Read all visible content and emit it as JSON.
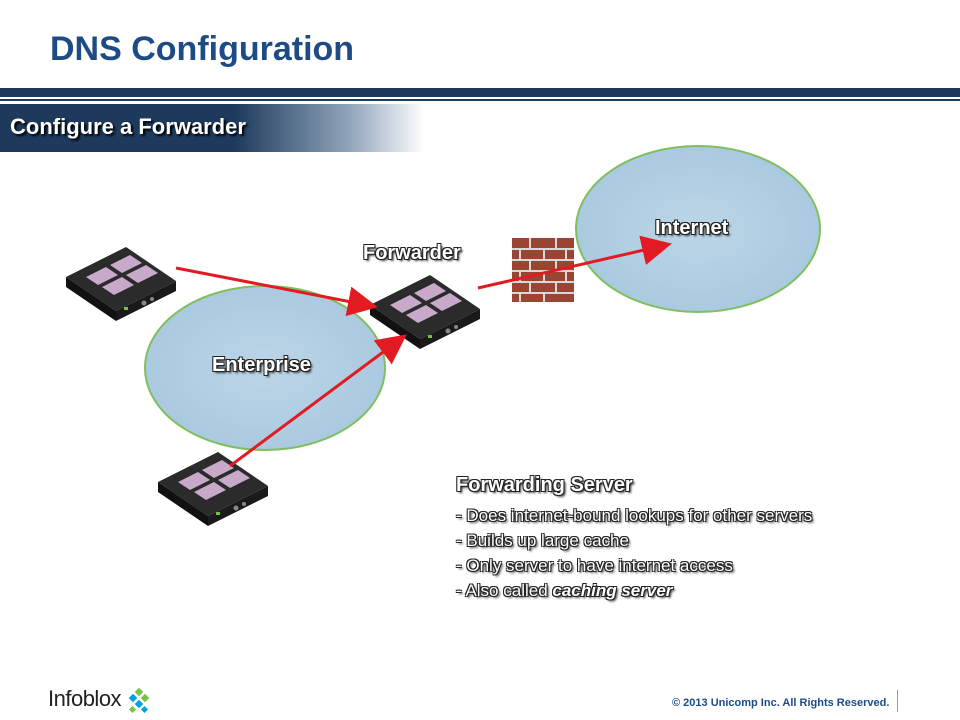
{
  "slide": {
    "title": "DNS Configuration",
    "section": "Configure a Forwarder"
  },
  "diagram": {
    "labels": {
      "internet": "Internet",
      "forwarder": "Forwarder",
      "enterprise": "Enterprise"
    },
    "icons": [
      "appliance-icon",
      "firewall-icon",
      "arrow-icon",
      "cloud-icon"
    ],
    "colors": {
      "cloud_fill": "#b3cfe2",
      "cloud_edge": "#7fbf5f",
      "arrow": "#e21b23",
      "brick": "#b0533c"
    }
  },
  "info": {
    "heading": "Forwarding Server",
    "bullets": [
      "- Does internet-bound lookups for other servers",
      "- Builds up large cache",
      "- Only server to have internet access"
    ],
    "last_prefix": "- Also called ",
    "last_emphasis": "caching server"
  },
  "footer": {
    "brand": "Infoblox",
    "copyright": "© 2013 Unicomp Inc. All Rights Reserved."
  },
  "theme": {
    "title_color": "#1d4b86",
    "bar_color": "#1d3a5c"
  }
}
